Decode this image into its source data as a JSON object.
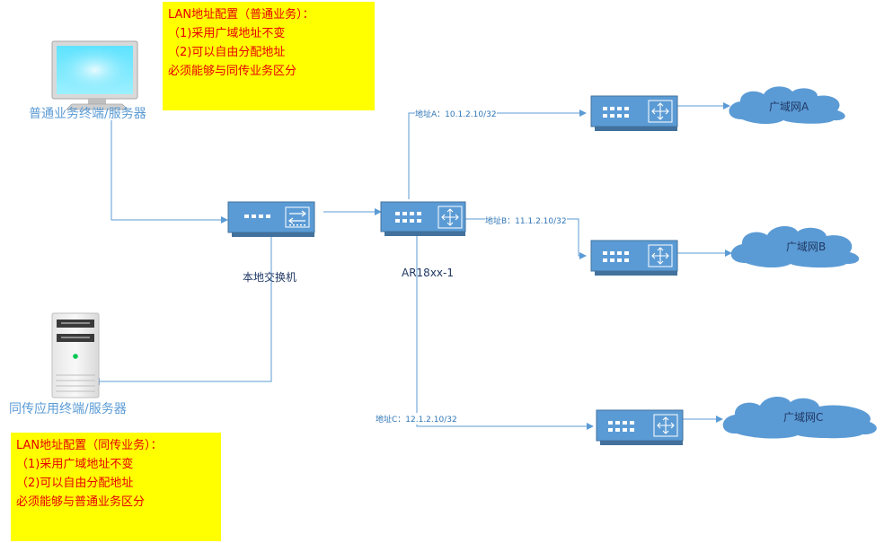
{
  "notes": {
    "normal": {
      "title": "LAN地址配置（普通业务）：",
      "items": [
        "（1)采用广域地址不变",
        "（2)可以自由分配地址",
        "必须能够与同传业务区分"
      ]
    },
    "sync": {
      "title": "LAN地址配置（同传业务）：",
      "items": [
        "（1)采用广域地址不变",
        "（2)可以自由分配地址",
        "必须能够与普通业务区分"
      ]
    }
  },
  "hosts": {
    "normal": "普通业务终端/服务器",
    "sync": "同传应用终端/服务器"
  },
  "devices": {
    "local_switch": "本地交换机",
    "router": "AR18xx-1"
  },
  "addresses": {
    "a": "地址A：10.1.2.10/32",
    "b": "地址B：11.1.2.10/32",
    "c": "地址C：12.1.2.10/32"
  },
  "wans": {
    "a": "广域网A",
    "b": "广域网B",
    "c": "广域网C"
  },
  "colors": {
    "note_bg": "#ffff00",
    "note_text": "#e60000",
    "device": "#5b9bd5",
    "line": "#5b9bd5",
    "host_label": "#5b9bd5"
  }
}
